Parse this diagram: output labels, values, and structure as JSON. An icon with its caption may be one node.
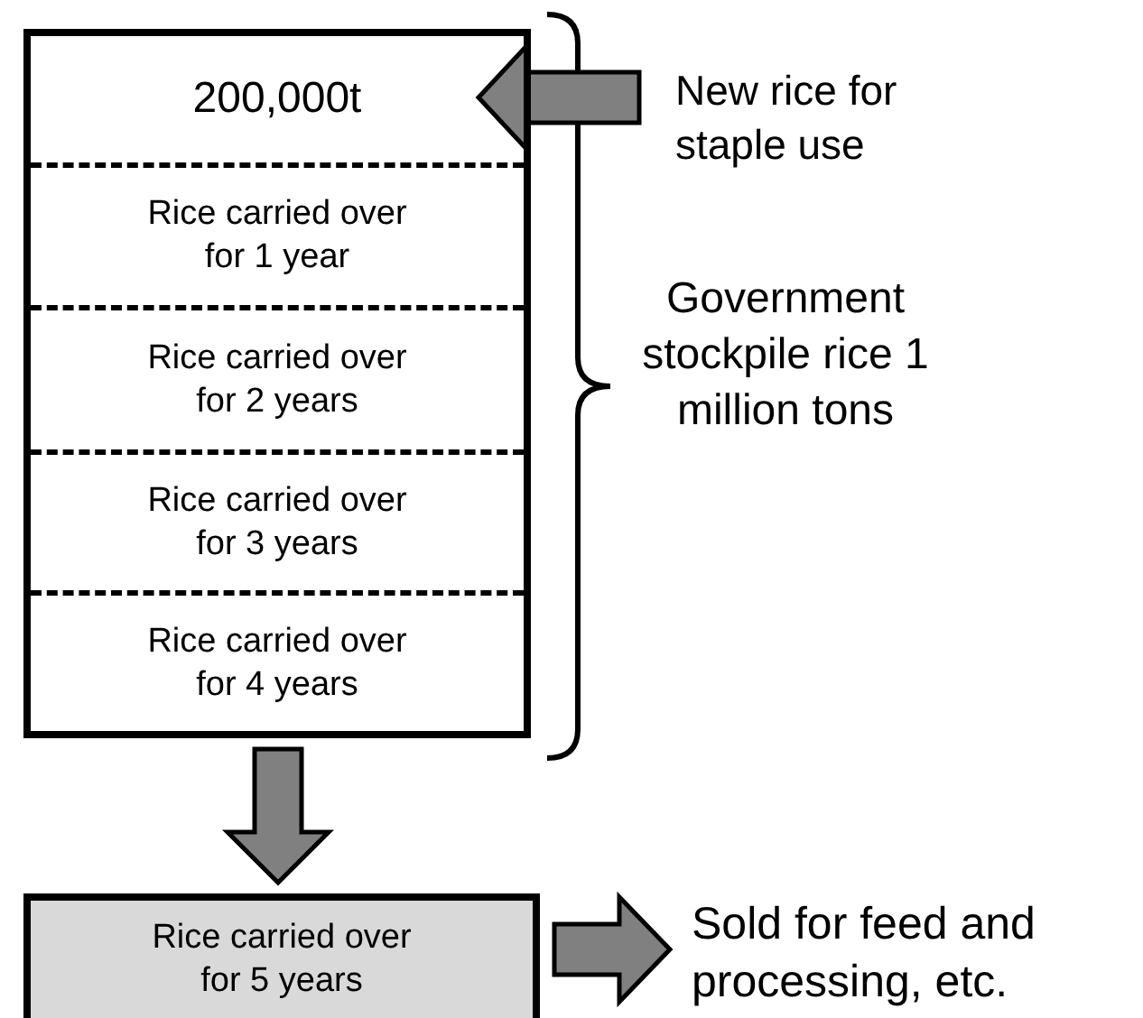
{
  "diagram": {
    "nodes": [
      {
        "text": [],
        "shape": "box",
        "beside": [
          "Government stockpile rice 1 million tons"
        ]
      },
      {
        "text": [
          "200,000t"
        ],
        "in": 0
      },
      {
        "text": [
          "Rice carried over for 1 year"
        ],
        "in": 0
      },
      {
        "text": [
          "Rice carried over for 2 years"
        ],
        "in": 0
      },
      {
        "text": [
          "Rice carried over for 3 years"
        ],
        "in": 0
      },
      {
        "text": [
          "Rice carried over for 4 years"
        ],
        "in": 0
      },
      {
        "text": [
          "New rice for staple use"
        ]
      },
      {
        "text": [
          "Rice carried over for 5 years"
        ]
      },
      {
        "text": [
          "Sold for feed and processing, etc."
        ]
      }
    ],
    "edges": [
      {
        "from": 6,
        "to": 1,
        "arrow": "to"
      },
      {
        "from": 0,
        "to": 7,
        "arrow": "to"
      },
      {
        "from": 7,
        "to": 8,
        "arrow": "to"
      }
    ]
  }
}
